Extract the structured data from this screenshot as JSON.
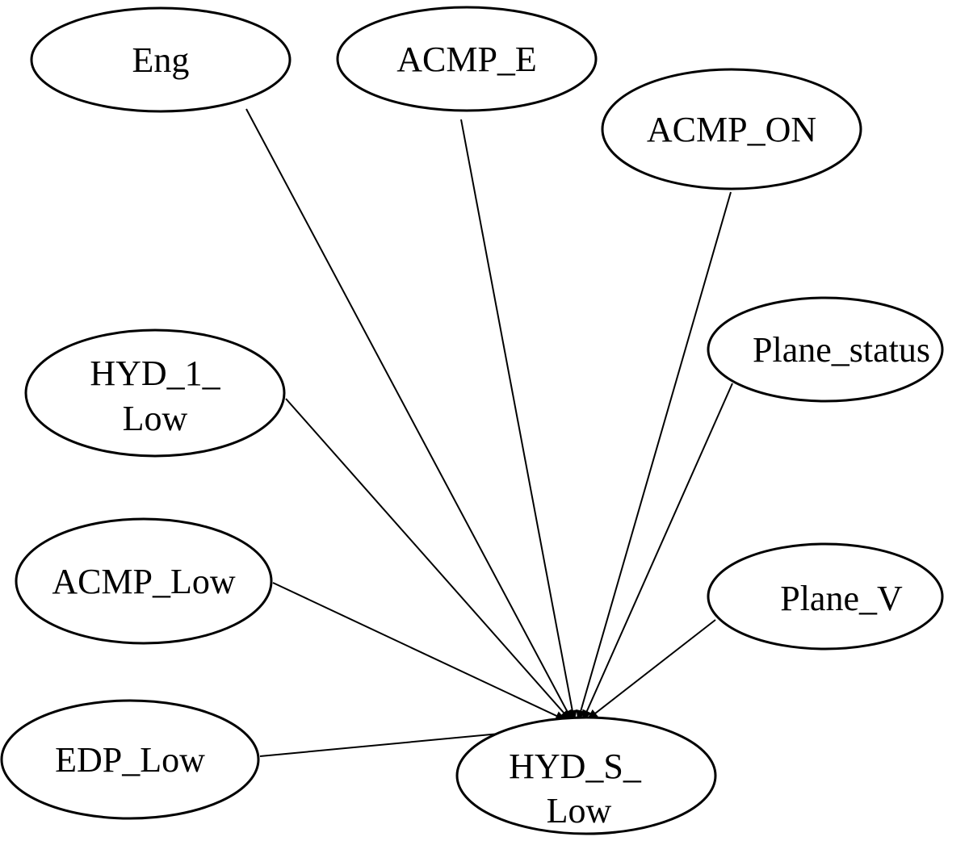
{
  "diagram": {
    "nodes": [
      {
        "id": "eng",
        "lines": [
          "Eng"
        ]
      },
      {
        "id": "acmp_e",
        "lines": [
          "ACMP_E"
        ]
      },
      {
        "id": "acmp_on",
        "lines": [
          "ACMP_ON"
        ]
      },
      {
        "id": "plane_status",
        "lines": [
          "Plane_status"
        ]
      },
      {
        "id": "hyd_1_low",
        "lines": [
          "HYD_1_",
          "Low"
        ]
      },
      {
        "id": "acmp_low",
        "lines": [
          "ACMP_Low"
        ]
      },
      {
        "id": "plane_v",
        "lines": [
          "Plane_V"
        ]
      },
      {
        "id": "edp_low",
        "lines": [
          "EDP_Low"
        ]
      },
      {
        "id": "hyd_s_low",
        "lines": [
          "HYD_S_",
          "Low"
        ]
      }
    ],
    "edges": [
      {
        "from": "eng",
        "to": "hyd_s_low"
      },
      {
        "from": "acmp_e",
        "to": "hyd_s_low"
      },
      {
        "from": "acmp_on",
        "to": "hyd_s_low"
      },
      {
        "from": "plane_status",
        "to": "hyd_s_low"
      },
      {
        "from": "hyd_1_low",
        "to": "hyd_s_low"
      },
      {
        "from": "acmp_low",
        "to": "hyd_s_low"
      },
      {
        "from": "plane_v",
        "to": "hyd_s_low"
      },
      {
        "from": "edp_low",
        "to": "hyd_s_low"
      }
    ]
  }
}
